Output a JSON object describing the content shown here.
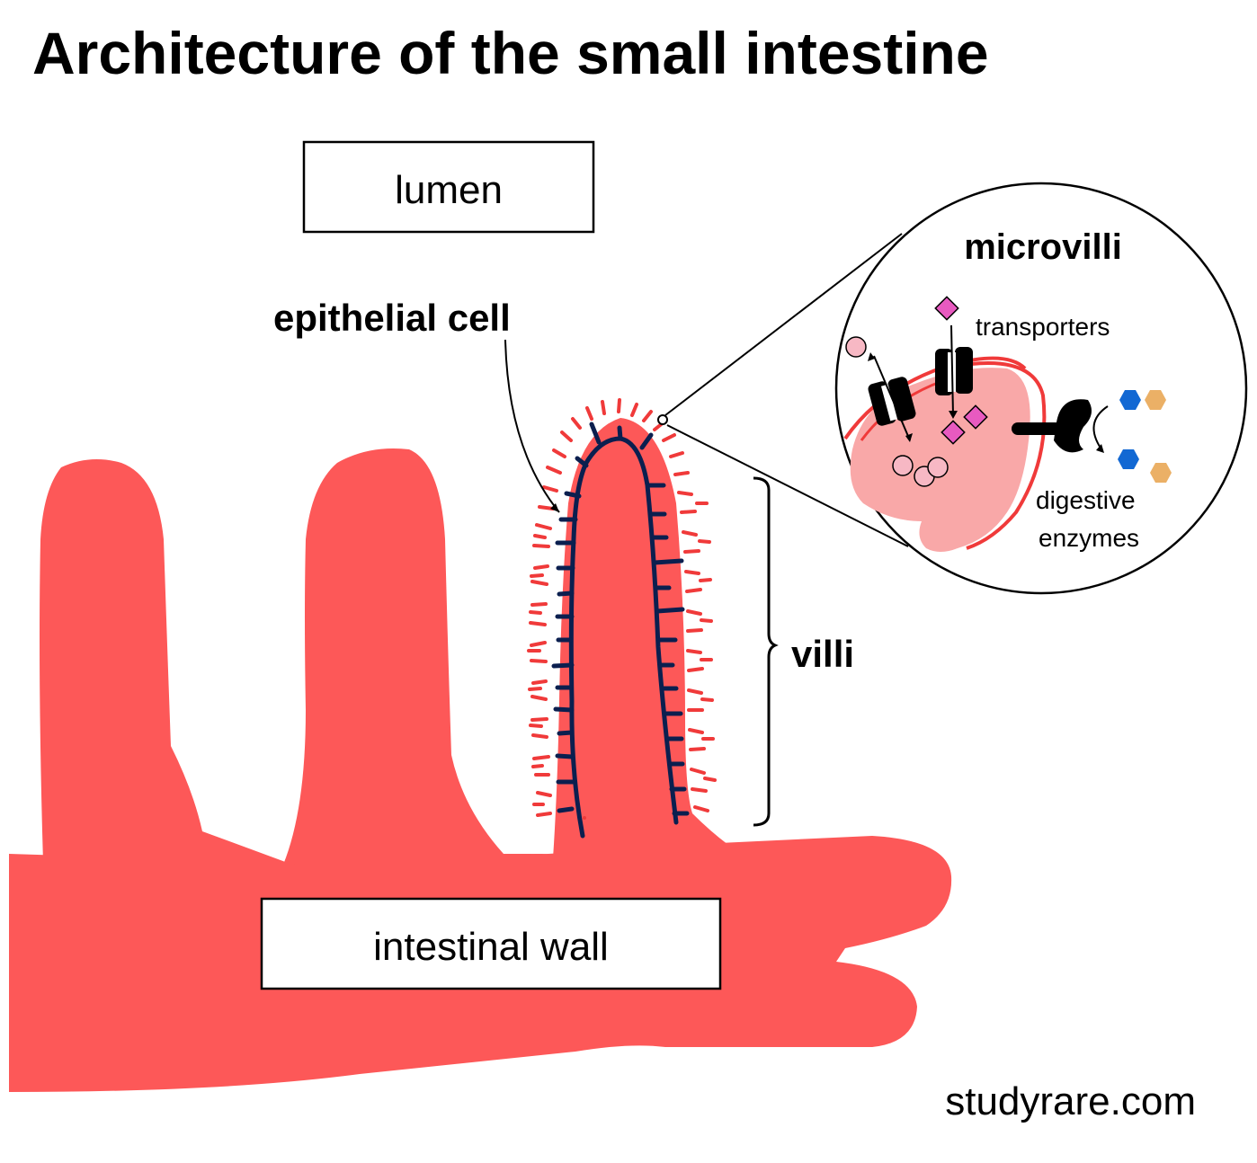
{
  "title": "Architecture of the small intestine",
  "labels": {
    "lumen": "lumen",
    "epithelial_cell": "epithelial cell",
    "villi": "villi",
    "intestinal_wall": "intestinal wall",
    "microvilli": "microvilli",
    "transporters": "transporters",
    "digestive_enzymes_line1": "digestive",
    "digestive_enzymes_line2": "enzymes"
  },
  "watermark": "studyrare.com",
  "colors": {
    "tissue": "#fd5858",
    "microvilli_fringe": "#f03a3a",
    "epithelium_outline": "#0b1f4f",
    "cell_cytoplasm": "#f9a8a8",
    "transporter_substrate": "#e85ac0",
    "absorbed_particle": "#f7b8c4",
    "enzyme_product_blue": "#1268d3",
    "enzyme_product_orange": "#ebb066"
  }
}
